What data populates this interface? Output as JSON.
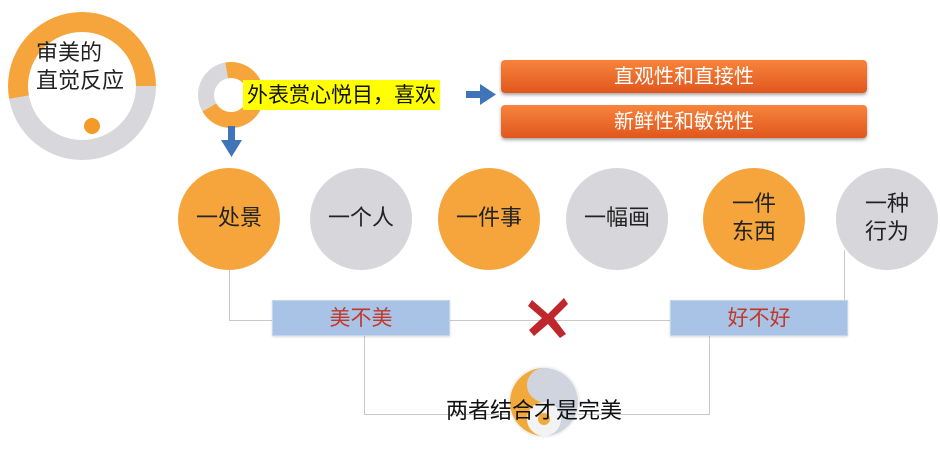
{
  "intro": {
    "title_line1": "审美的",
    "title_line2": "直觉反应"
  },
  "highlight_text": "外表赏心悦目，喜欢",
  "traits": [
    "直观性和直接性",
    "新鲜性和敏锐性"
  ],
  "objects": [
    {
      "label": "一处景",
      "color": "orange"
    },
    {
      "label": "一个人",
      "color": "gray"
    },
    {
      "label": "一件事",
      "color": "orange"
    },
    {
      "label": "一幅画",
      "color": "gray"
    },
    {
      "label": "一件\n东西",
      "color": "orange"
    },
    {
      "label": "一种\n行为",
      "color": "gray"
    }
  ],
  "judgments": {
    "left": "美不美",
    "right": "好不好"
  },
  "conclusion": "两者结合才是完美",
  "colors": {
    "orange": "#f6a53c",
    "gray": "#d6d6db",
    "pill": "#e8642a",
    "label_box": "#a9c3e6",
    "label_text": "#c0392b",
    "highlight": "#ffff00"
  }
}
